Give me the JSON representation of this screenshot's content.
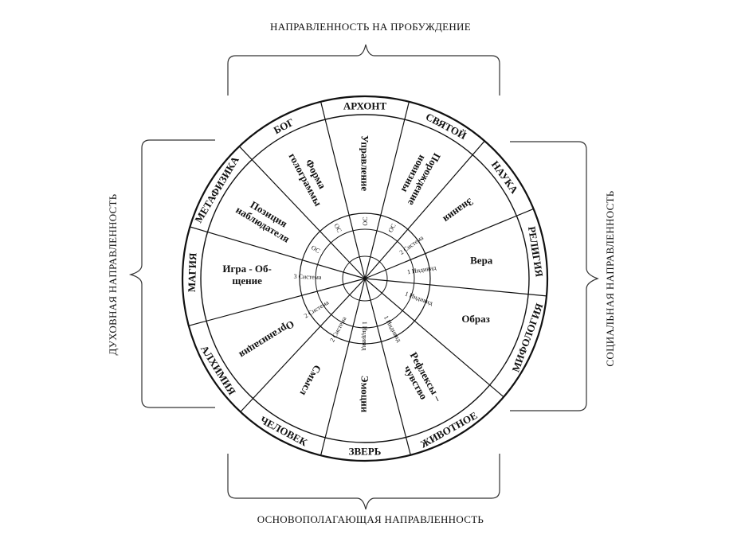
{
  "directions": {
    "top": "НАПРАВЛЕННОСТЬ  НА ПРОБУЖДЕНИЕ",
    "bottom": "ОСНОВОПОЛАГАЮЩАЯ НАПРАВЛЕННОСТЬ",
    "left": "ДУХОВНАЯ НАПРАВЛЕННОСТЬ",
    "right": "СОЦИАЛЬНАЯ НАПРАВЛЕННОСТЬ"
  },
  "sectors": [
    {
      "angle": 0,
      "outer": "АРХОНТ",
      "middle": [
        "Управление"
      ],
      "inner": "ОС"
    },
    {
      "angle": 28,
      "outer": "СВЯТОЙ",
      "middle": [
        "Порождение",
        "новизны"
      ],
      "inner": "ОС"
    },
    {
      "angle": 54,
      "outer": "НАУКА",
      "middle": [
        "Знания"
      ],
      "inner": "2 Система"
    },
    {
      "angle": 81,
      "outer": "РЕЛИГИЯ",
      "middle": [
        "Вера"
      ],
      "inner": "1 Индивид"
    },
    {
      "angle": 110,
      "outer": "МИФОЛОГИЯ",
      "middle": [
        "Образ"
      ],
      "inner": "1 Индивид"
    },
    {
      "angle": 151,
      "outer": "ЖИВОТНОЕ",
      "middle": [
        "Рефлексы –",
        "чувство"
      ],
      "inner": "1 Индивид"
    },
    {
      "angle": 180,
      "outer": "ЗВЕРЬ",
      "middle": [
        "Эмоции"
      ],
      "inner": "1 Индивид"
    },
    {
      "angle": 208,
      "outer": "ЧЕЛОВЕК",
      "middle": [
        "Смысл"
      ],
      "inner": "2 Система"
    },
    {
      "angle": 238,
      "outer": "АЛХИМИЯ",
      "middle": [
        "Организация"
      ],
      "inner": "2 Система"
    },
    {
      "angle": 272,
      "outer": "МАГИЯ",
      "middle": [
        "Игра - Об-",
        "щение"
      ],
      "inner": "3 Система"
    },
    {
      "angle": 301,
      "outer": "МЕТАФИЗИКА",
      "middle": [
        "Позиция",
        "наблюдателя"
      ],
      "inner": "ОС"
    },
    {
      "angle": 332,
      "outer": "БОГ",
      "middle": [
        "Форма",
        "голограммы"
      ],
      "inner": "ОС"
    }
  ]
}
